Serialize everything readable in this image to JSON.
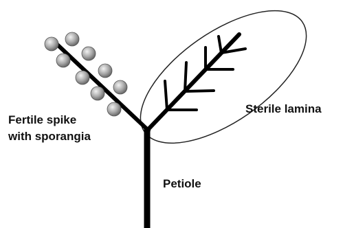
{
  "labels": {
    "fertile_spike_line1": "Fertile spike",
    "fertile_spike_line2": "with sporangia",
    "sterile_lamina": "Sterile lamina",
    "petiole": "Petiole"
  },
  "colors": {
    "stem": "#000000",
    "text": "#111111",
    "sporangium_light": "#f2f2f2",
    "sporangium_mid": "#a8a8a8",
    "sporangium_dark": "#5e5e5e",
    "outline": "#222222"
  }
}
